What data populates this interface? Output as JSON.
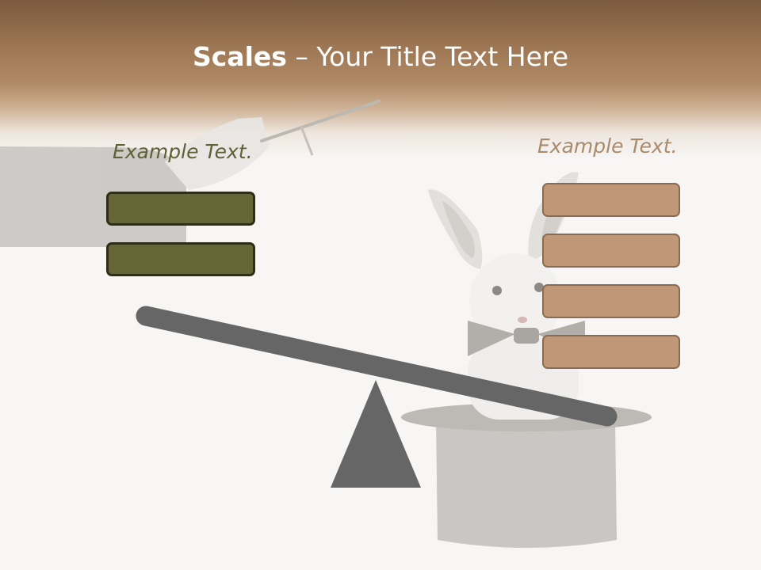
{
  "slide": {
    "title_bold": "Scales",
    "title_rest": " – Your Title Text Here",
    "left": {
      "label": "Example Text.",
      "box_count": 2
    },
    "right": {
      "label": "Example Text.",
      "box_count": 4
    }
  },
  "colors": {
    "header_brown": "#9c7552",
    "left_box_fill": "#666535",
    "left_box_border": "#2e2e18",
    "left_label": "#5f6036",
    "right_box_fill": "#c09878",
    "right_box_border": "#8c6c50",
    "right_label": "#a88a6c",
    "scale_gray": "#666666"
  },
  "icons": {
    "background_art": "magician-hand-with-wand-and-rabbit-in-top-hat",
    "scale": "seesaw-balance-icon"
  }
}
